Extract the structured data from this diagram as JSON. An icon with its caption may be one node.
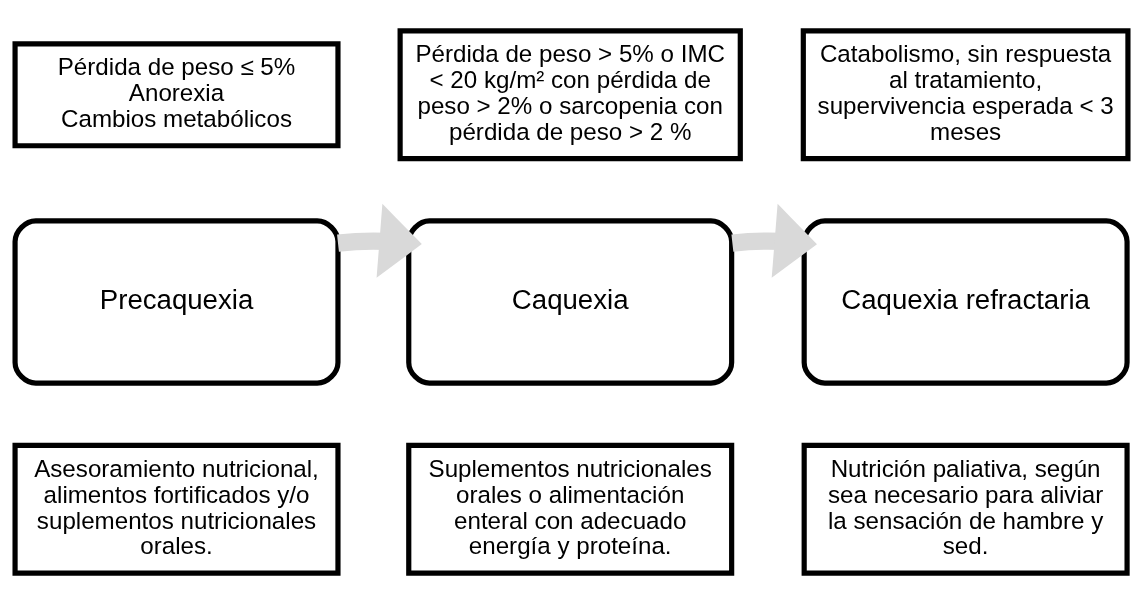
{
  "diagram": {
    "nodes": [
      {
        "text": [
          "Pérdida de peso ≤ 5%",
          "Anorexia",
          "Cambios metabólicos"
        ]
      },
      {
        "text": [
          "Pérdida de peso > 5% o IMC < 20 kg/m² con pérdida de peso > 2% o sarcopenia con pérdida de peso > 2 %"
        ]
      },
      {
        "text": [
          "Catabolismo, sin respuesta al tratamiento, supervivencia esperada < 3 meses"
        ]
      },
      {
        "text": [
          "Precaquexia"
        ]
      },
      {
        "text": [
          "Caquexia"
        ]
      },
      {
        "text": [
          "Caquexia refractaria"
        ]
      },
      {
        "text": [
          "Asesoramiento nutricional, alimentos fortificados y/o suplementos nutricionales orales."
        ]
      },
      {
        "text": [
          "Suplementos nutricionales orales o alimentación enteral con adecuado energía y proteína."
        ]
      },
      {
        "text": [
          "Nutrición paliativa, según sea necesario para aliviar la sensación de hambre y sed."
        ]
      }
    ],
    "edges": [
      {
        "from": 3,
        "to": 4,
        "arrow": "to"
      },
      {
        "from": 4,
        "to": 5,
        "arrow": "to"
      }
    ]
  }
}
